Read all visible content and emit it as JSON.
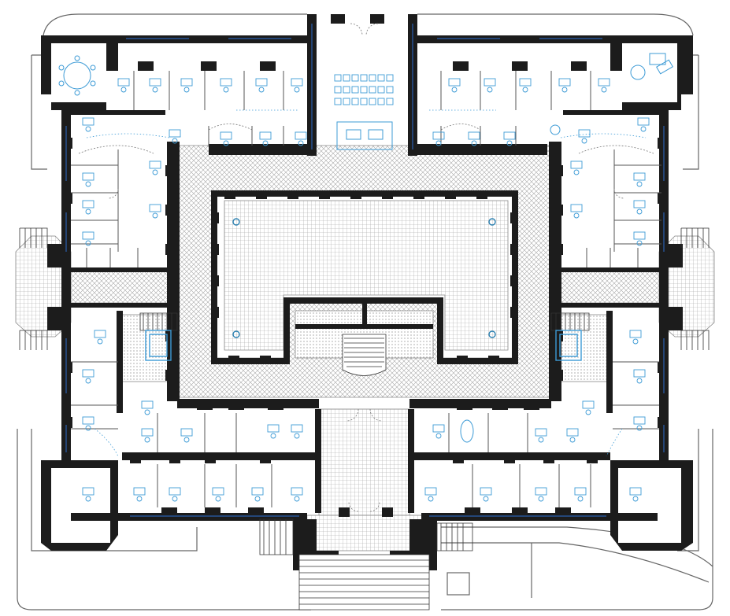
{
  "colors": {
    "wall": "#1c1c1c",
    "line": "#555555",
    "furniture": "#3d9bd6",
    "floor_hatch": "#9a9a9a",
    "background": "#ffffff"
  },
  "icons": {
    "courtyard_column": "circle-outline",
    "furniture": "desk-and-chair",
    "stair": "stair-treads"
  }
}
